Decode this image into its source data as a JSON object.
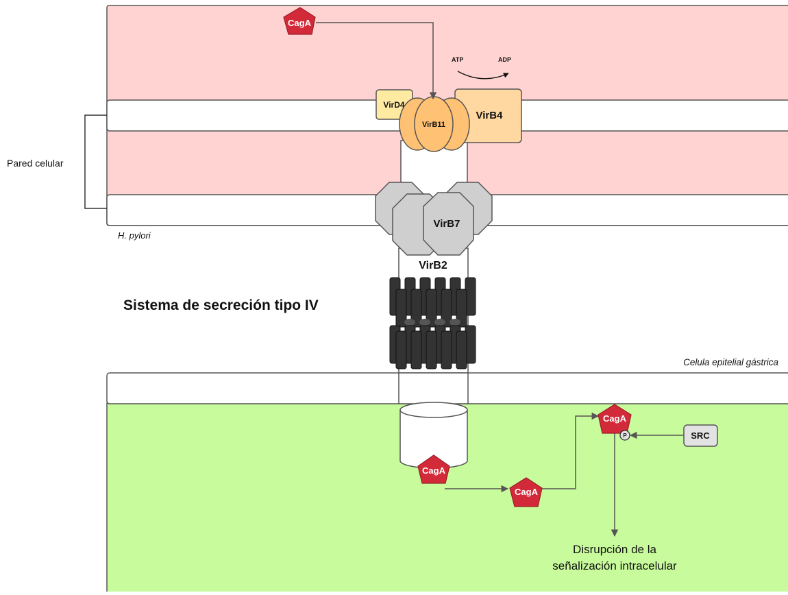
{
  "colors": {
    "bacteria_bg": "#ffd3d1",
    "host_bg": "#c8fb9b",
    "membrane": "#ffffff",
    "cagA": "#d32a39",
    "virB11": "#ffc173",
    "virB4": "#ffd7a0",
    "virD4": "#ffeaa2",
    "virB7": "#cfcfcf",
    "pilus": "#333333",
    "src": "#e2e2e2",
    "line": "#555555"
  },
  "labels": {
    "pared_celular": "Pared celular",
    "h_pylori": "H. pylori",
    "system_title": "Sistema de secreción tipo IV",
    "host_cell": "Celula epitelial gástrica",
    "atp": "ATP",
    "adp": "ADP",
    "virD4": "VirD4",
    "virB11": "VirB11",
    "virB4": "VirB4",
    "virB7": "VirB7",
    "virB2": "VirB2",
    "src": "SRC",
    "phospho": "P",
    "outcome_line1": "Disrupción de la",
    "outcome_line2": "señalización intracelular"
  },
  "cagA": {
    "label": "CagA",
    "count": 4
  }
}
